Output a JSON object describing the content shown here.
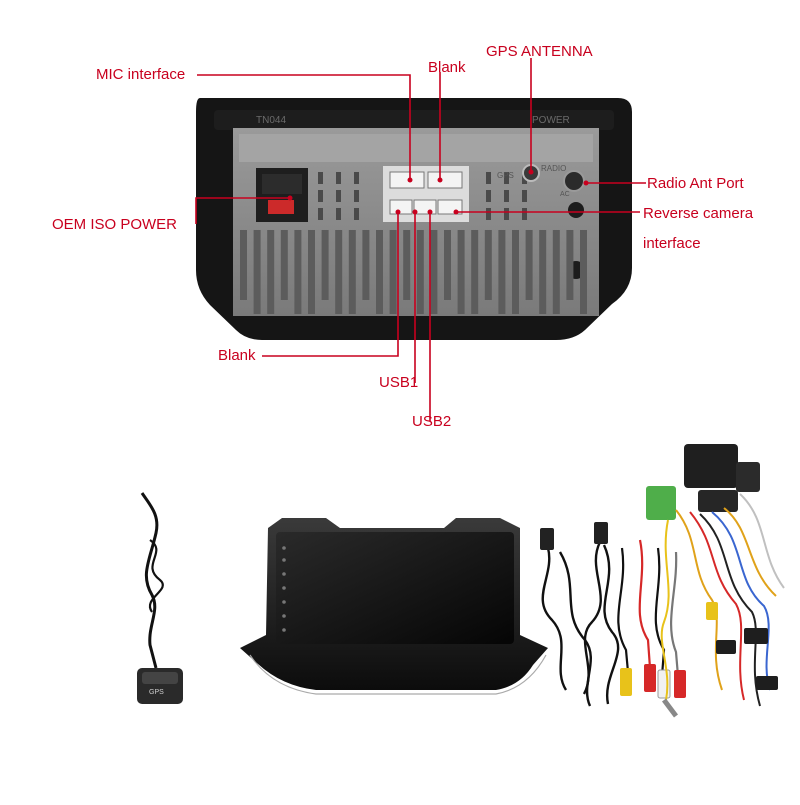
{
  "callouts": {
    "mic_interface": "MIC interface",
    "blank_top": "Blank",
    "gps_antenna": "GPS ANTENNA",
    "radio_ant_port": "Radio Ant Port",
    "oem_iso_power": "OEM ISO POWER",
    "reverse_camera_line1": "Reverse camera",
    "reverse_camera_line2": "interface",
    "blank_bottom": "Blank",
    "usb1": "USB1",
    "usb2": "USB2"
  },
  "unit_markings": {
    "model": "TN044",
    "power": "POWER",
    "gps": "GPS",
    "radio": "RADIO",
    "antenna_ground": "AC"
  },
  "gps_module_marking": "GPS",
  "colors": {
    "callout": "#c8001e",
    "chassis_frame": "#151515",
    "chassis_plate": "#8c8c8c",
    "power_plug": "#cc2a2a",
    "harness_green": "#4fae4a",
    "rca_yellow": "#e8c21a",
    "rca_red": "#d62828",
    "rca_white": "#f1f1f1"
  },
  "icons": {
    "gps_antenna": "gps-antenna-icon",
    "head_unit": "head-unit-icon",
    "usb_cables": "usb-cable-icon",
    "rca_cables": "rca-cable-icon",
    "wiring_harness": "wiring-harness-icon"
  }
}
